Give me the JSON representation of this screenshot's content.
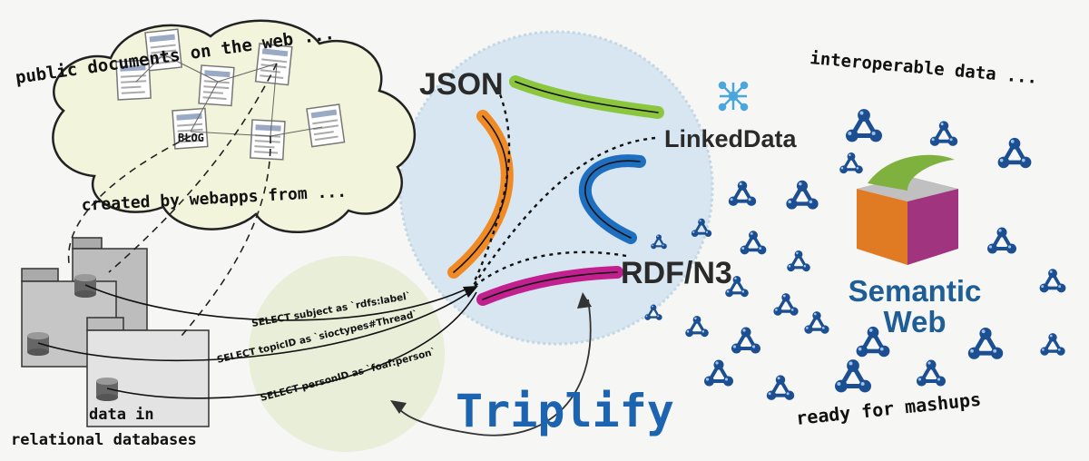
{
  "labels": {
    "public_docs": "public documents on the web ...",
    "created_by": "created by webapps from ...",
    "data_in_line1": "data in",
    "data_in_line2": "relational databases",
    "interoperable": "interoperable data ...",
    "ready": "ready for mashups",
    "triplify": "Triplify"
  },
  "formats": {
    "json": "JSON",
    "linkeddata": "LinkedData",
    "rdf": "RDF/N3"
  },
  "semantic_web": {
    "line1": "Semantic",
    "line2": "Web"
  },
  "sql_queries": [
    "SELECT subject as `rdfs:label`",
    "SELECT topicID as `sioctypes#Thread`",
    "SELECT personID as `foaf:person`"
  ],
  "document_labels": [
    "BLOG"
  ],
  "colors": {
    "json_arc": "#8cc63f",
    "orange_arc": "#f08a24",
    "blue_arc": "#1f6fc0",
    "magenta_arc": "#c21f8f",
    "node_blue": "#1c4f91",
    "triplify_blue": "#1c63b0",
    "cube_orange": "#e07b24",
    "cube_purple": "#a1347f",
    "cube_green": "#7fb13e"
  },
  "icons": [
    "rdf-node-icon",
    "linkeddata-star-icon",
    "database-icon",
    "document-icon",
    "semantic-web-cube-icon"
  ]
}
